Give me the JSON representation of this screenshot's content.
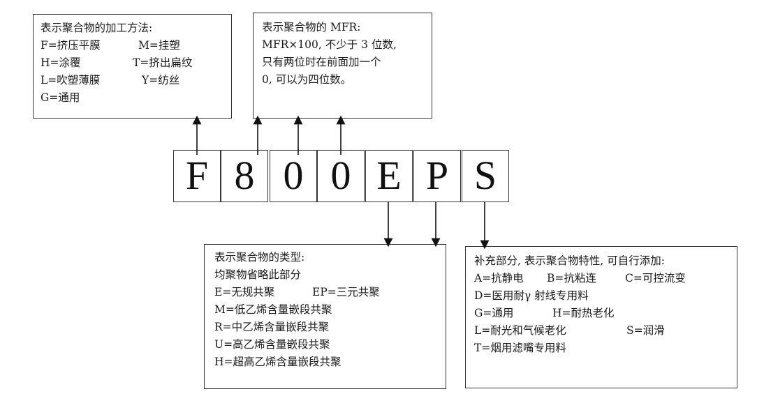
{
  "code_chars": [
    "F",
    "8",
    "0",
    "0",
    "E",
    "P",
    "S"
  ],
  "box_method": {
    "title": "表示聚合物的加工方法:",
    "rows": [
      [
        "F=挤压平膜",
        "M=挂塑"
      ],
      [
        "H=涂覆",
        "T=挤出扁纹"
      ],
      [
        "L=吹塑薄膜",
        "Y=纺丝"
      ],
      [
        "G=通用",
        ""
      ]
    ]
  },
  "box_mfr": {
    "lines": [
      "表示聚合物的 MFR:",
      "MFR×100, 不少于 3 位数,",
      "只有两位时在前面加一个",
      "0, 可以为四位数。"
    ]
  },
  "box_type": {
    "lines": [
      "表示聚合物的类型:",
      "均聚物省略此部分"
    ],
    "row_pair": [
      "E=无规共聚",
      "EP=三元共聚"
    ],
    "more_lines": [
      "M=低乙烯含量嵌段共聚",
      "R=中乙烯含量嵌段共聚",
      "U=高乙烯含量嵌段共聚",
      "H=超高乙烯含量嵌段共聚"
    ]
  },
  "box_extra": {
    "title": "补充部分, 表示聚合物特性, 可自行添加:",
    "row1": [
      "A=抗静电",
      "B=抗粘连",
      "C=可控流变"
    ],
    "line2": "D=医用耐γ 射线专用料",
    "row3": [
      "G=通用",
      "H=耐热老化"
    ],
    "row4": [
      "L=耐光和气候老化",
      "S=润滑"
    ],
    "line5": "T=烟用滤嘴专用料"
  }
}
